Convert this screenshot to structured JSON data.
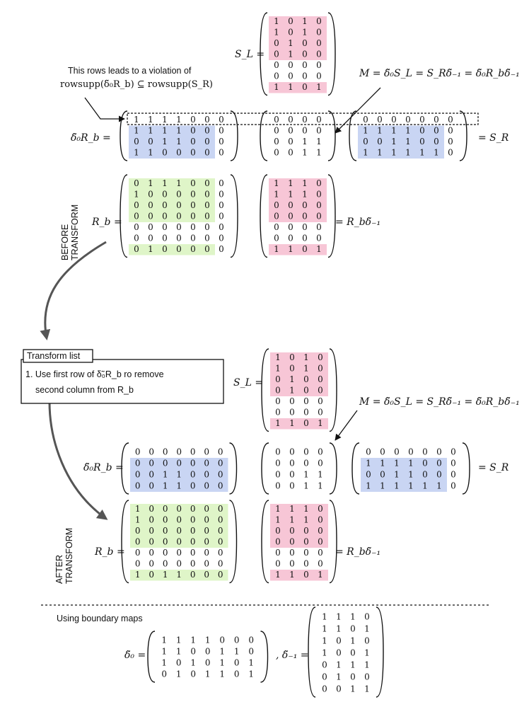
{
  "colors": {
    "pink": "#f7c6d6",
    "blue": "#c9d5f3",
    "green": "#dff5c8",
    "arrow": "#555555",
    "ink": "#111111"
  },
  "labels": {
    "SL": "S_L =",
    "d0Rb": "δ̃₀R_b =",
    "SR": "= S_R",
    "Rb": "R_b =",
    "Rbd": "= R_bδ̃₋₁",
    "M": "M = δ̃₀S_L = S_Rδ̃₋₁ = δ̃₀R_bδ̃₋₁",
    "d0": "δ̃₀ =",
    "dm1": ", δ̃₋₁ ="
  },
  "text": {
    "annotation_line1": "This rows leads to a violation of",
    "annotation_line2": "rowsupp(δ̃₀R_b) ⊆ rowsupp(S_R)",
    "before": "BEFORE\nTRANSFORM",
    "after": "AFTER\nTRANSFORM",
    "transform_title": "Transform list",
    "transform_item_line1": "1. Use first row of  δ̃₀R_b  ro remove",
    "transform_item_line2": "second column from R_b",
    "boundary_heading": "Using boundary maps"
  },
  "matrices": {
    "before_SL": [
      [
        1,
        0,
        1,
        0
      ],
      [
        1,
        0,
        1,
        0
      ],
      [
        0,
        1,
        0,
        0
      ],
      [
        0,
        1,
        0,
        0
      ],
      [
        0,
        0,
        0,
        0
      ],
      [
        0,
        0,
        0,
        0
      ],
      [
        1,
        1,
        0,
        1
      ]
    ],
    "before_d0Rb": [
      [
        1,
        1,
        1,
        1,
        0,
        0,
        0
      ],
      [
        1,
        1,
        1,
        1,
        0,
        0,
        0
      ],
      [
        0,
        0,
        1,
        1,
        0,
        0,
        0
      ],
      [
        1,
        1,
        0,
        0,
        0,
        0,
        0
      ]
    ],
    "before_M": [
      [
        0,
        0,
        0,
        0
      ],
      [
        0,
        0,
        0,
        0
      ],
      [
        0,
        0,
        1,
        1
      ],
      [
        0,
        0,
        1,
        1
      ]
    ],
    "before_SR": [
      [
        0,
        0,
        0,
        0,
        0,
        0,
        0
      ],
      [
        1,
        1,
        1,
        1,
        0,
        0,
        0
      ],
      [
        0,
        0,
        1,
        1,
        0,
        0,
        0
      ],
      [
        1,
        1,
        1,
        1,
        1,
        1,
        0
      ]
    ],
    "before_Rb": [
      [
        0,
        1,
        1,
        1,
        0,
        0,
        0
      ],
      [
        1,
        0,
        0,
        0,
        0,
        0,
        0
      ],
      [
        0,
        0,
        0,
        0,
        0,
        0,
        0
      ],
      [
        0,
        0,
        0,
        0,
        0,
        0,
        0
      ],
      [
        0,
        0,
        0,
        0,
        0,
        0,
        0
      ],
      [
        0,
        0,
        0,
        0,
        0,
        0,
        0
      ],
      [
        0,
        1,
        0,
        0,
        0,
        0,
        0
      ]
    ],
    "before_Rbd": [
      [
        1,
        1,
        1,
        0
      ],
      [
        1,
        1,
        1,
        0
      ],
      [
        0,
        0,
        0,
        0
      ],
      [
        0,
        0,
        0,
        0
      ],
      [
        0,
        0,
        0,
        0
      ],
      [
        0,
        0,
        0,
        0
      ],
      [
        1,
        1,
        0,
        1
      ]
    ],
    "after_SL": [
      [
        1,
        0,
        1,
        0
      ],
      [
        1,
        0,
        1,
        0
      ],
      [
        0,
        1,
        0,
        0
      ],
      [
        0,
        1,
        0,
        0
      ],
      [
        0,
        0,
        0,
        0
      ],
      [
        0,
        0,
        0,
        0
      ],
      [
        1,
        1,
        0,
        1
      ]
    ],
    "after_d0Rb": [
      [
        0,
        0,
        0,
        0,
        0,
        0,
        0
      ],
      [
        0,
        0,
        0,
        0,
        0,
        0,
        0
      ],
      [
        0,
        0,
        1,
        1,
        0,
        0,
        0
      ],
      [
        0,
        0,
        1,
        1,
        0,
        0,
        0
      ]
    ],
    "after_M": [
      [
        0,
        0,
        0,
        0
      ],
      [
        0,
        0,
        0,
        0
      ],
      [
        0,
        0,
        1,
        1
      ],
      [
        0,
        0,
        1,
        1
      ]
    ],
    "after_SR": [
      [
        0,
        0,
        0,
        0,
        0,
        0,
        0
      ],
      [
        1,
        1,
        1,
        1,
        0,
        0,
        0
      ],
      [
        0,
        0,
        1,
        1,
        0,
        0,
        0
      ],
      [
        1,
        1,
        1,
        1,
        1,
        1,
        0
      ]
    ],
    "after_Rb": [
      [
        1,
        0,
        0,
        0,
        0,
        0,
        0
      ],
      [
        1,
        0,
        0,
        0,
        0,
        0,
        0
      ],
      [
        0,
        0,
        0,
        0,
        0,
        0,
        0
      ],
      [
        0,
        0,
        0,
        0,
        0,
        0,
        0
      ],
      [
        0,
        0,
        0,
        0,
        0,
        0,
        0
      ],
      [
        0,
        0,
        0,
        0,
        0,
        0,
        0
      ],
      [
        1,
        0,
        1,
        1,
        0,
        0,
        0
      ]
    ],
    "after_Rbd": [
      [
        1,
        1,
        1,
        0
      ],
      [
        1,
        1,
        1,
        0
      ],
      [
        0,
        0,
        0,
        0
      ],
      [
        0,
        0,
        0,
        0
      ],
      [
        0,
        0,
        0,
        0
      ],
      [
        0,
        0,
        0,
        0
      ],
      [
        1,
        1,
        0,
        1
      ]
    ],
    "delta0": [
      [
        1,
        1,
        1,
        1,
        0,
        0,
        0
      ],
      [
        1,
        1,
        0,
        0,
        1,
        1,
        0
      ],
      [
        1,
        0,
        1,
        0,
        1,
        0,
        1
      ],
      [
        0,
        1,
        0,
        1,
        1,
        0,
        1
      ]
    ],
    "deltam1": [
      [
        1,
        1,
        1,
        0
      ],
      [
        1,
        1,
        0,
        1
      ],
      [
        1,
        0,
        1,
        0
      ],
      [
        1,
        0,
        0,
        1
      ],
      [
        0,
        1,
        1,
        1
      ],
      [
        0,
        1,
        0,
        0
      ],
      [
        0,
        0,
        1,
        1
      ]
    ]
  }
}
